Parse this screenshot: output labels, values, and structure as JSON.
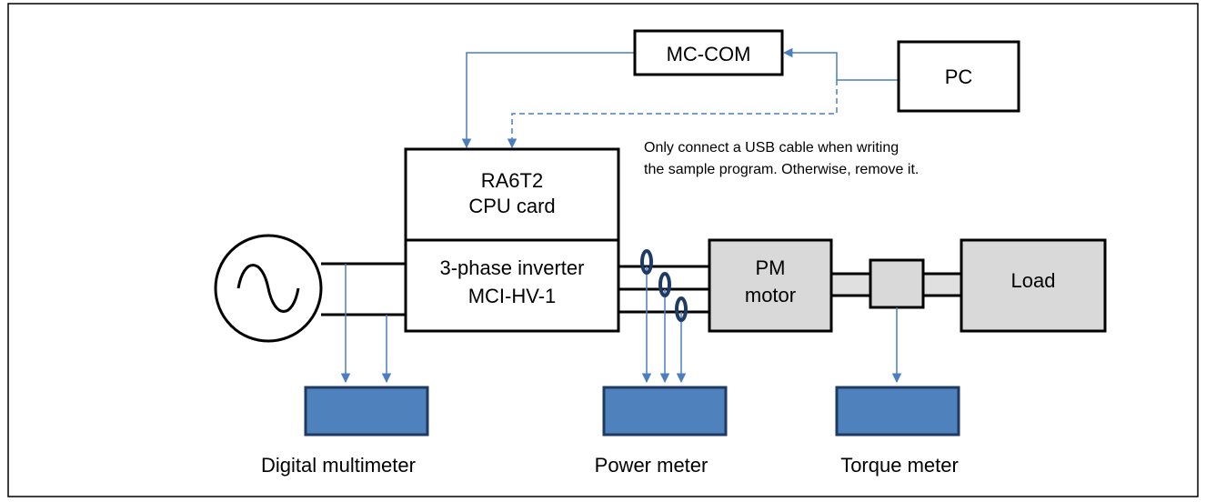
{
  "blocks": {
    "mc_com": "MC-COM",
    "pc": "PC",
    "cpu_card_line1": "RA6T2",
    "cpu_card_line2": "CPU card",
    "inverter_line1": "3-phase inverter",
    "inverter_line2": "MCI-HV-1",
    "pm_motor_line1": "PM",
    "pm_motor_line2": "motor",
    "load": "Load"
  },
  "note": {
    "line1": "Only connect a USB cable when writing",
    "line2": "the sample program. Otherwise, remove it."
  },
  "meters": {
    "digital_multimeter": "Digital multimeter",
    "power_meter": "Power meter",
    "torque_meter": "Torque meter"
  },
  "colors": {
    "connector_blue": "#4a7ebf",
    "meter_fill": "#4f81bd",
    "meter_border": "#1f3b63",
    "motor_fill": "#d9d9d9",
    "ct_ring": "#1f3b63"
  },
  "icons": {
    "ac_source": "sine-wave-source-icon"
  }
}
